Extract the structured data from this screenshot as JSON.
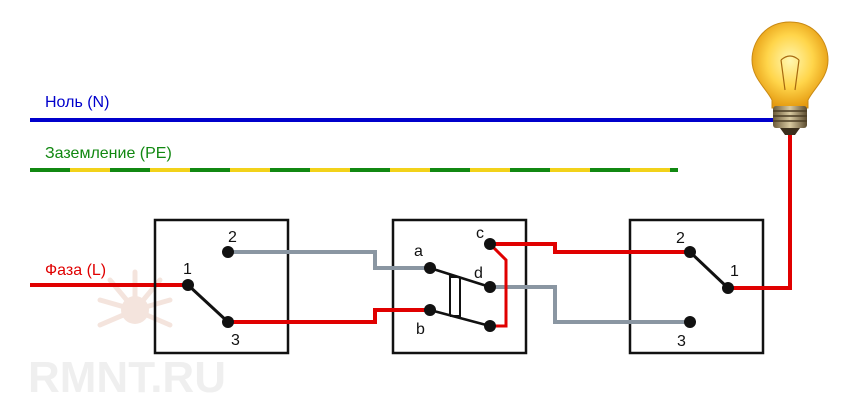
{
  "wires": {
    "neutral_label": "Ноль (N)",
    "ground_label": "Заземление (PE)",
    "phase_label": "Фаза (L)"
  },
  "switch_left": {
    "t1": "1",
    "t2": "2",
    "t3": "3"
  },
  "switch_middle": {
    "ta": "a",
    "tb": "b",
    "tc": "c",
    "td": "d"
  },
  "switch_right": {
    "t1": "1",
    "t2": "2",
    "t3": "3"
  },
  "watermark": {
    "text": "RMNT.RU"
  },
  "colors": {
    "neutral": "#0000cc",
    "ground_green": "#118811",
    "ground_yellow": "#f2d21a",
    "phase": "#e00000",
    "traveler": "#8a96a2",
    "box": "#111111"
  }
}
